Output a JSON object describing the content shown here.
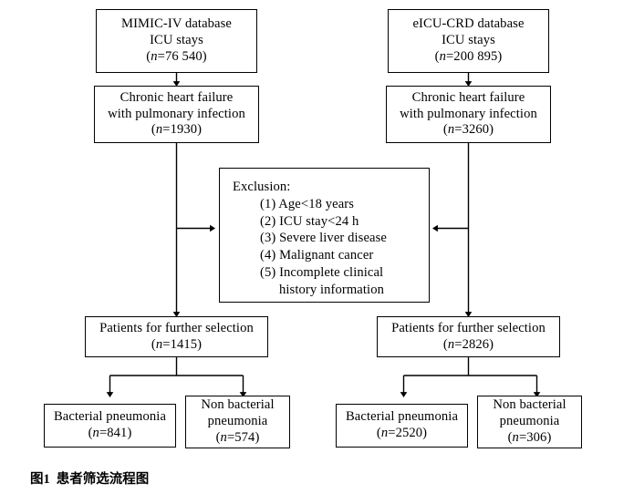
{
  "figure": {
    "caption_label": "图1",
    "caption_text": "患者筛选流程图"
  },
  "nodes": {
    "mimic_source": {
      "line1": "MIMIC-IV database",
      "line2": "ICU stays",
      "count_prefix": "(",
      "count_var": "n",
      "count_value": "=76 540)"
    },
    "eicu_source": {
      "line1": "eICU-CRD database",
      "line2": "ICU stays",
      "count_prefix": "(",
      "count_var": "n",
      "count_value": "=200 895)"
    },
    "mimic_chf": {
      "line1": "Chronic heart failure",
      "line2": "with pulmonary infection",
      "count_prefix": "(",
      "count_var": "n",
      "count_value": "=1930)"
    },
    "eicu_chf": {
      "line1": "Chronic heart failure",
      "line2": "with pulmonary infection",
      "count_prefix": "(",
      "count_var": "n",
      "count_value": "=3260)"
    },
    "exclusion": {
      "title": "Exclusion:",
      "items": [
        "(1) Age<18 years",
        "(2) ICU stay<24 h",
        "(3) Severe liver disease",
        "(4) Malignant cancer",
        "(5) Incomplete clinical"
      ],
      "item5_continuation": "history information"
    },
    "mimic_selected": {
      "line1": "Patients for further selection",
      "count_prefix": "(",
      "count_var": "n",
      "count_value": "=1415)"
    },
    "eicu_selected": {
      "line1": "Patients for further selection",
      "count_prefix": "(",
      "count_var": "n",
      "count_value": "=2826)"
    },
    "mimic_bacterial": {
      "line1": "Bacterial pneumonia",
      "count_prefix": "(",
      "count_var": "n",
      "count_value": "=841)"
    },
    "mimic_nonbacterial": {
      "line1": "Non bacterial",
      "line2": "pneumonia",
      "count_prefix": "(",
      "count_var": "n",
      "count_value": "=574)"
    },
    "eicu_bacterial": {
      "line1": "Bacterial pneumonia",
      "count_prefix": "(",
      "count_var": "n",
      "count_value": "=2520)"
    },
    "eicu_nonbacterial": {
      "line1": "Non bacterial",
      "line2": "pneumonia",
      "count_prefix": "(",
      "count_var": "n",
      "count_value": "=306)"
    }
  },
  "colors": {
    "stroke": "#000000",
    "background": "#ffffff",
    "text": "#000000"
  }
}
